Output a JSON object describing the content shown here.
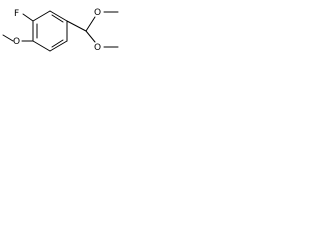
{
  "molecule": {
    "atoms": {
      "fluorine": "F",
      "methoxy_oxygen": "O",
      "acetal_oxygen_top": "O",
      "acetal_oxygen_bottom": "O"
    }
  },
  "colors": {
    "bond": "#000000",
    "label": "#000000",
    "background": "#ffffff"
  }
}
